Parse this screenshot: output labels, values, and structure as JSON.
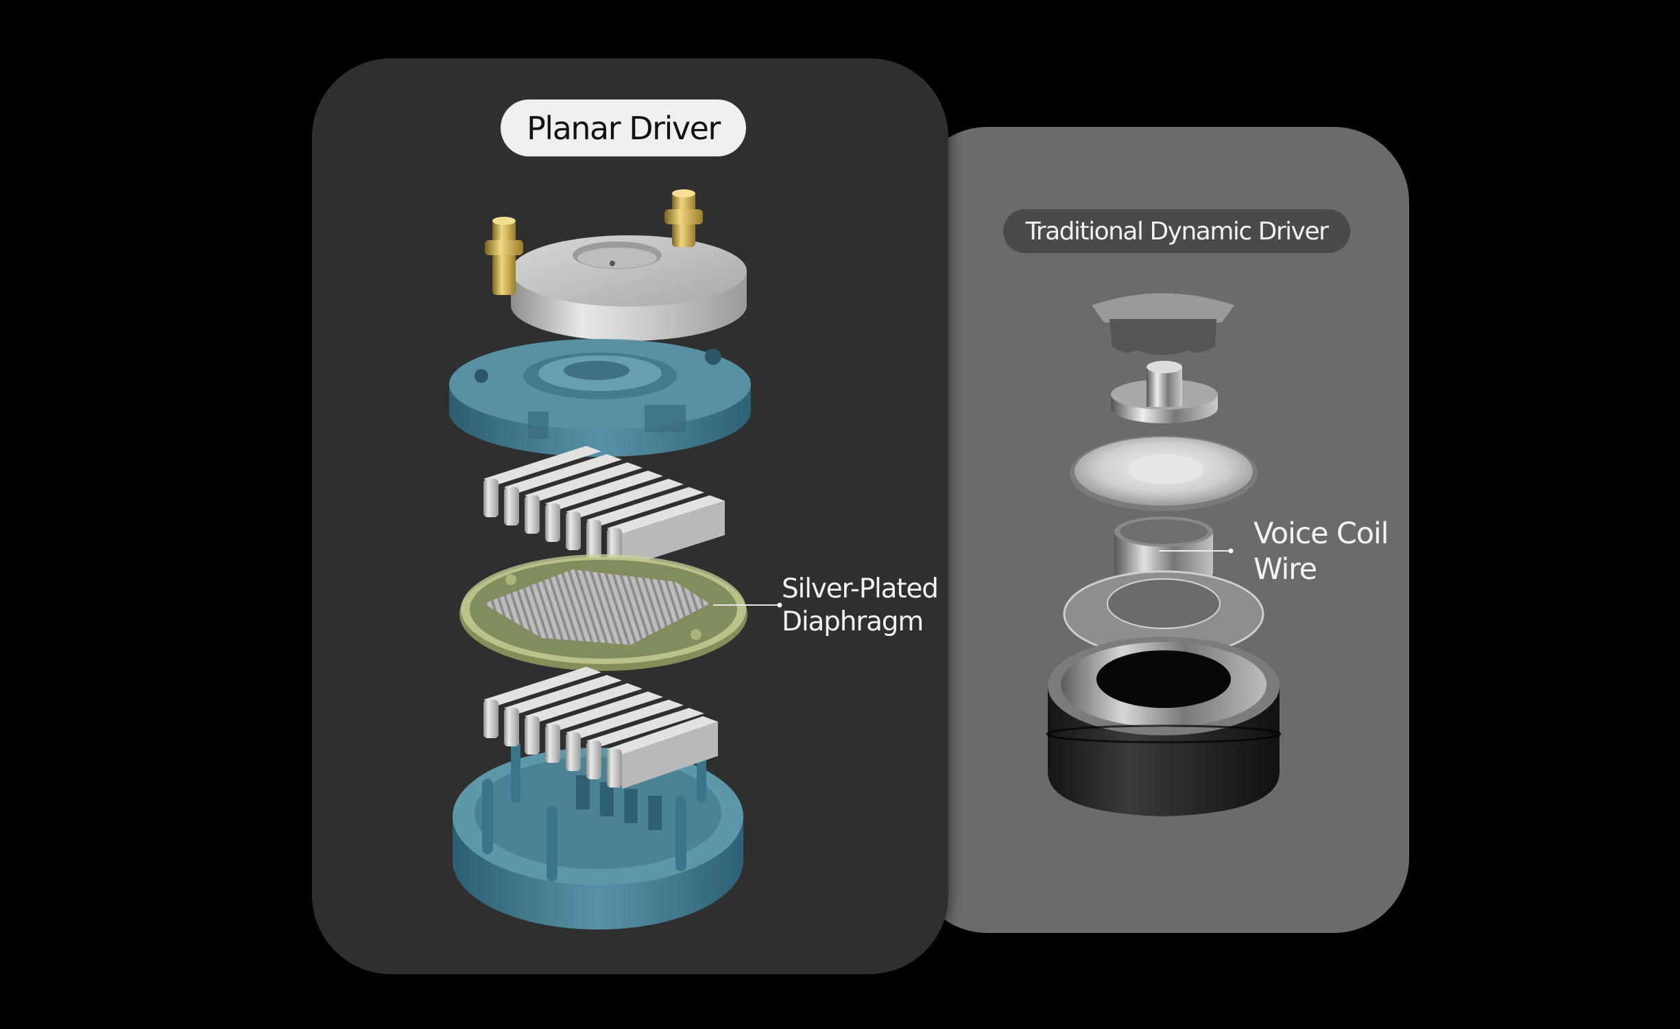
{
  "planar_panel": {
    "title": "Planar Driver",
    "callout": {
      "line1": "Silver-Plated",
      "line2": "Diaphragm"
    },
    "components": [
      "brass-pin-silver-backplate",
      "translucent-blue-front-housing",
      "upper-magnet-array",
      "silver-plated-diaphragm",
      "lower-magnet-array",
      "translucent-blue-rear-housing"
    ]
  },
  "dynamic_panel": {
    "title": "Traditional Dynamic Driver",
    "callout": {
      "line1": "Voice Coil",
      "line2": "Wire"
    },
    "components": [
      "nozzle-cap",
      "pole-piece",
      "dome-diaphragm",
      "voice-coil",
      "washer-plate",
      "magnet-cup"
    ]
  },
  "colors": {
    "background": "#000000",
    "planar_panel": "#2f2f2f",
    "dynamic_panel": "#6b6b6b",
    "planar_pill": "#efefed",
    "dynamic_pill": "#4a4a4a",
    "housing_blue": "#3f7f95",
    "diaphragm_green": "#c9d49a",
    "brass": "#c8a64a"
  }
}
